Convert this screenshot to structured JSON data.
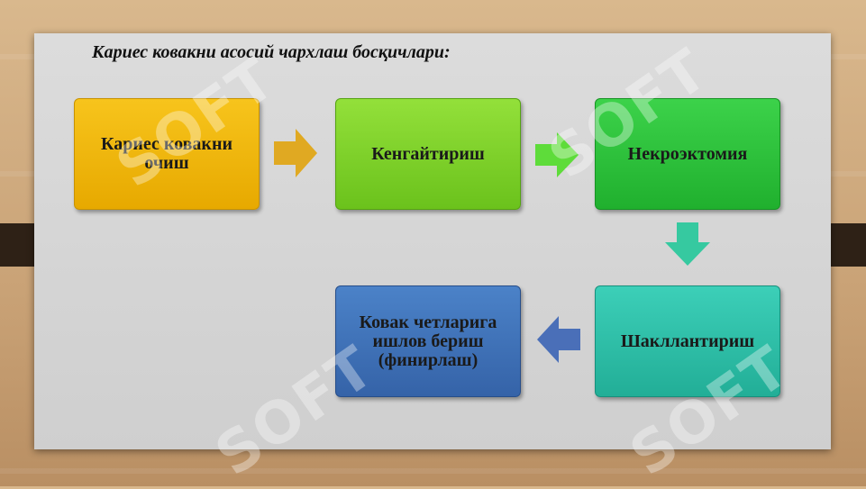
{
  "title": "Кариес ковакни асосий чархлаш босқичлари:",
  "steps": {
    "step1": "Кариес ковакни очиш",
    "step2": "Кенгайтириш",
    "step3": "Некроэктомия",
    "step4": "Шакллантириш",
    "step5": "Ковак четларига ишлов бериш (финирлаш)"
  },
  "colors": {
    "step1": "#f2b400",
    "step2": "#7fd12a",
    "step3": "#2ec43c",
    "step4": "#2fbfa8",
    "step5": "#3f72b8",
    "arrow1": "#e0a922",
    "arrow2": "#5edc3a",
    "arrow3": "#36c9a0",
    "arrow4": "#4a6fb8"
  },
  "watermark_text": "SOFT"
}
